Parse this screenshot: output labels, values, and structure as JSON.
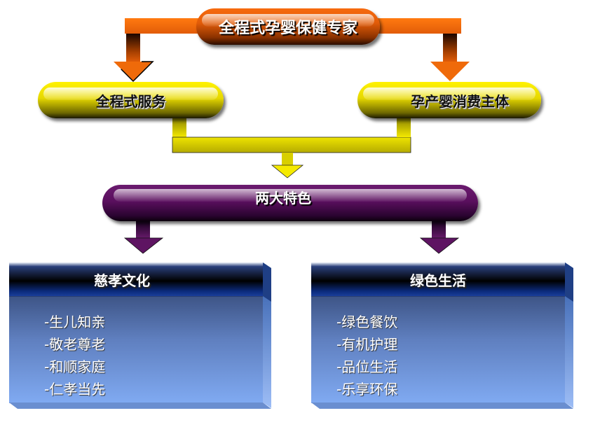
{
  "title": "全程式孕婴保健专家",
  "level2": {
    "left": "全程式服务",
    "right": "孕产婴消费主体"
  },
  "features_title": "两大特色",
  "boxes": [
    {
      "title": "慈孝文化",
      "items": [
        "-生儿知亲",
        "-敬老尊老",
        "-和顺家庭",
        "-仁孝当先"
      ]
    },
    {
      "title": "绿色生活",
      "items": [
        "-绿色餐饮",
        "-有机护理",
        "-品位生活",
        "-乐享环保"
      ]
    }
  ],
  "colors": {
    "orange": "#f26a0e",
    "yellow": "#f5ea00",
    "purple": "#5a0f5e",
    "navy": "#0b2a7a",
    "light_blue": "#80aaf2"
  }
}
